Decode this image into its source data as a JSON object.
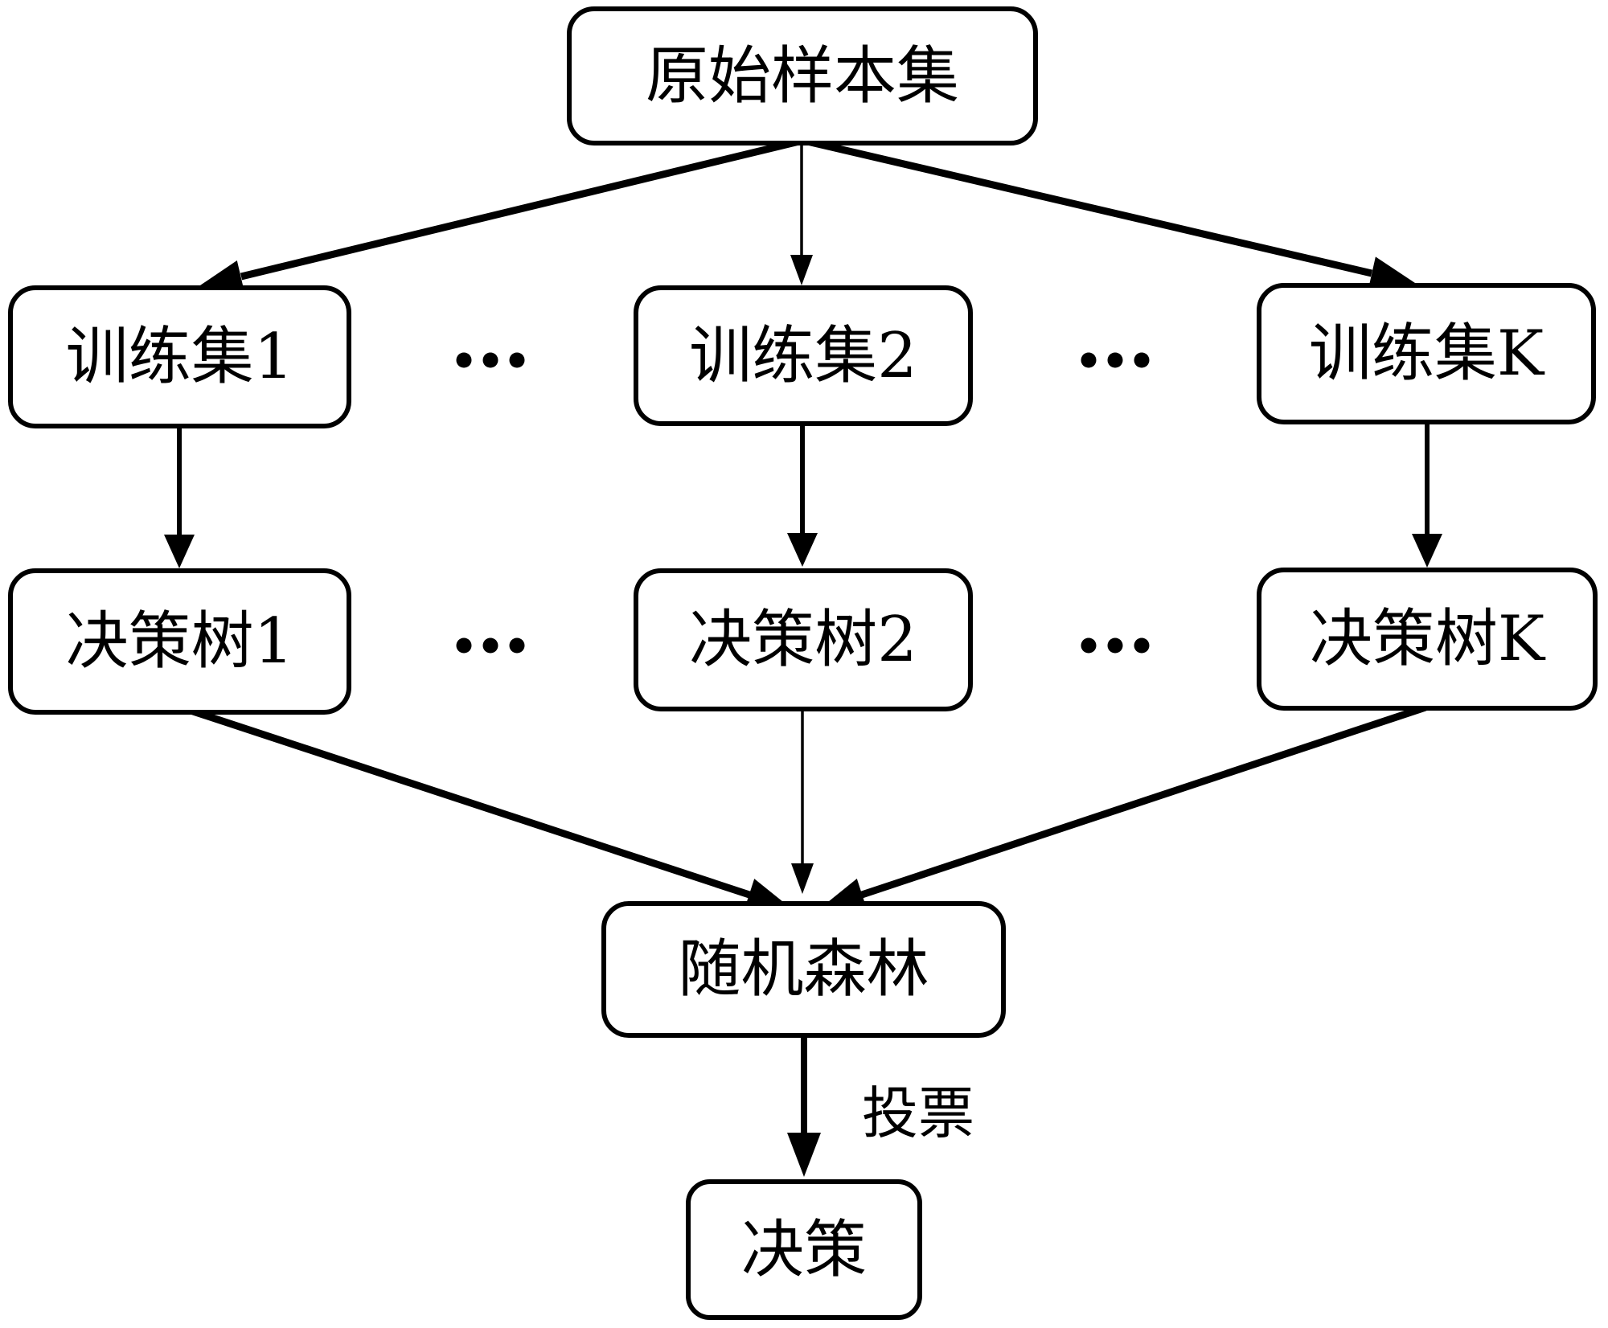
{
  "diagram": {
    "type": "flowchart",
    "background_color": "#ffffff",
    "stroke_color": "#000000",
    "box_fill_color": "#ffffff",
    "nodes": {
      "origin": {
        "label": "原始样本集"
      },
      "train1": {
        "label": "训练集1"
      },
      "train2": {
        "label": "训练集2"
      },
      "trainK": {
        "label": "训练集K"
      },
      "tree1": {
        "label": "决策树1"
      },
      "tree2": {
        "label": "决策树2"
      },
      "treeK": {
        "label": "决策树K"
      },
      "forest": {
        "label": "随机森林"
      },
      "decision": {
        "label": "决策"
      }
    },
    "edges": [
      {
        "from": "origin",
        "to": "train1"
      },
      {
        "from": "origin",
        "to": "train2"
      },
      {
        "from": "origin",
        "to": "trainK"
      },
      {
        "from": "train1",
        "to": "tree1"
      },
      {
        "from": "train2",
        "to": "tree2"
      },
      {
        "from": "trainK",
        "to": "treeK"
      },
      {
        "from": "tree1",
        "to": "forest"
      },
      {
        "from": "tree2",
        "to": "forest"
      },
      {
        "from": "treeK",
        "to": "forest"
      },
      {
        "from": "forest",
        "to": "decision",
        "label": "投票"
      }
    ],
    "vote_label": "投票",
    "ellipsis": "···"
  }
}
